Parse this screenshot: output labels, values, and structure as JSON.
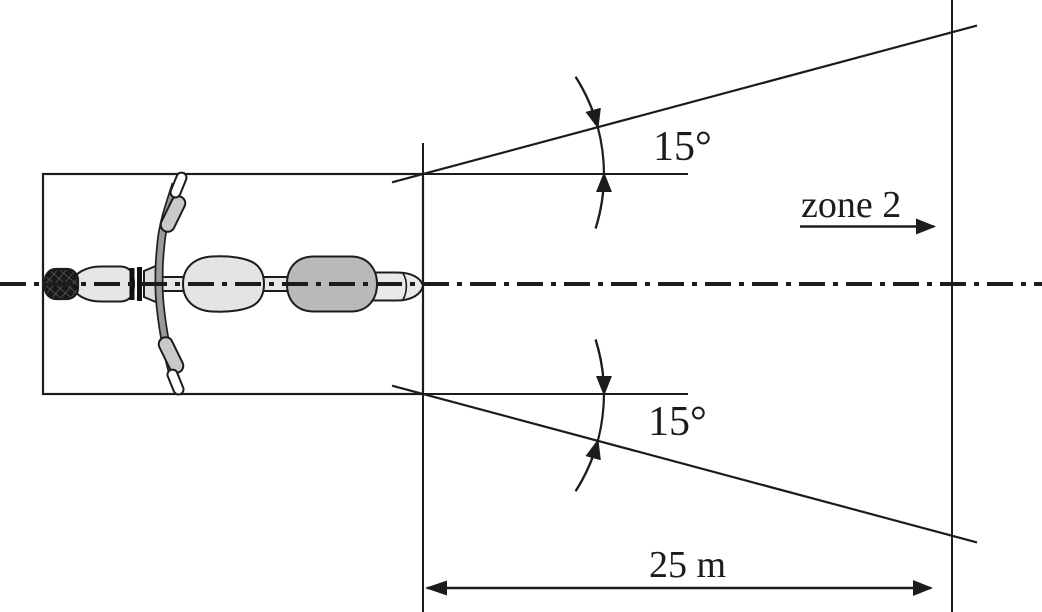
{
  "diagram": {
    "type": "technical-diagram",
    "subject": "motorcycle top view with sound measurement zone",
    "labels": {
      "angle_top": "15°",
      "angle_bottom": "15°",
      "zone": "zone 2",
      "distance": "25 m"
    },
    "geometry": {
      "angle_between_lines_deg": 15,
      "zone_distance_m": 25
    },
    "colors": {
      "background": "#ffffff",
      "line": "#1c1c1c",
      "tire": "#181818",
      "fender": "#e6e6e6",
      "tank": "#e4e4e4",
      "seat": "#b9b9b9",
      "grip": "#c9c9c9",
      "handlebar": "#9a9a9a",
      "frame": "#e8e8e8"
    }
  }
}
